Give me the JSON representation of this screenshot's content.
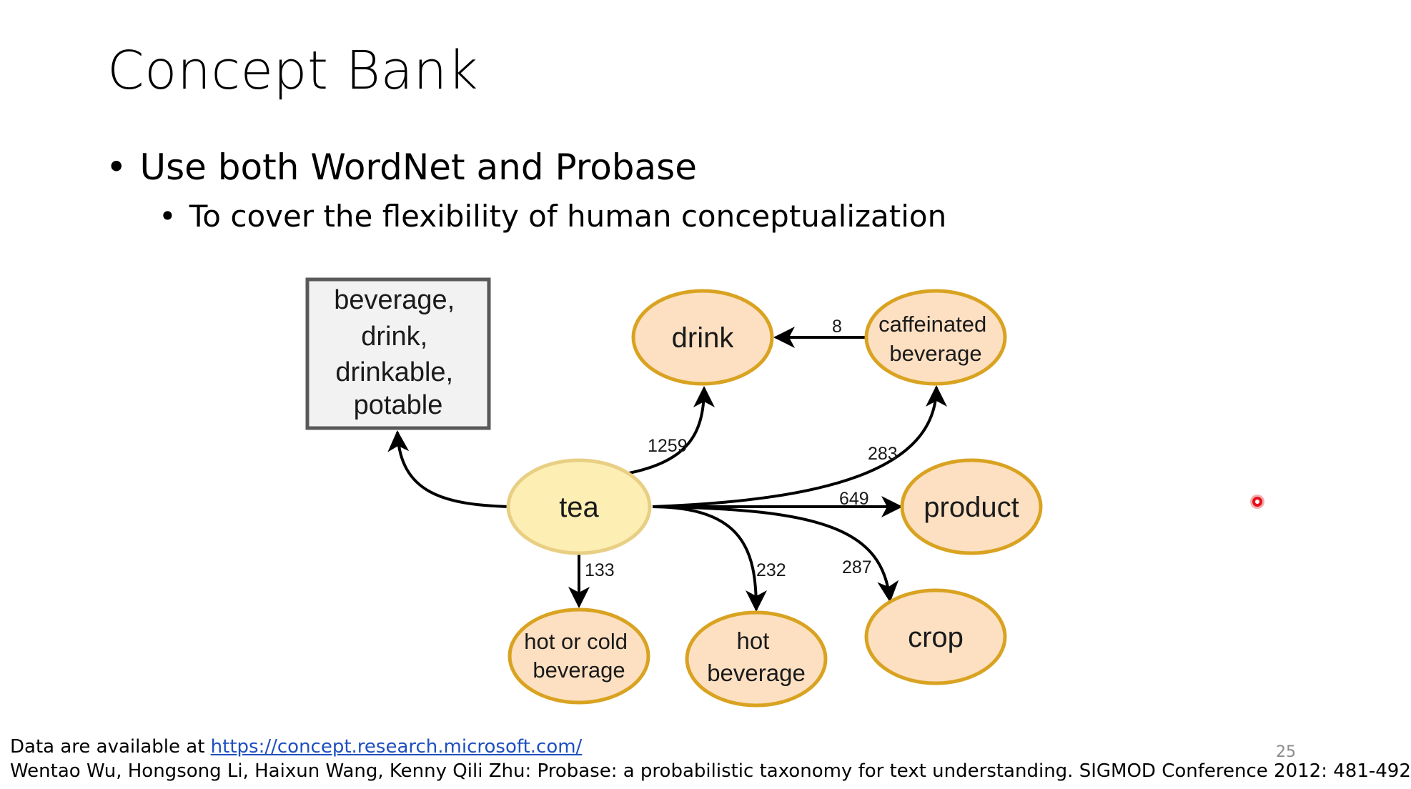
{
  "slide": {
    "title": "Concept Bank",
    "bullets": [
      {
        "text": "Use both WordNet and Probase"
      },
      {
        "text": "To cover the flexibility of human conceptualization"
      }
    ],
    "bullet_glyph": "•",
    "page_number": "25"
  },
  "diagram": {
    "synset_box": [
      "beverage,",
      "drink,",
      "drinkable,",
      "potable"
    ],
    "nodes": {
      "tea": [
        "tea"
      ],
      "drink": [
        "drink"
      ],
      "caffeinated": [
        "caffeinated",
        "beverage"
      ],
      "product": [
        "product"
      ],
      "crop": [
        "crop"
      ],
      "hotorcold": [
        "hot or cold",
        "beverage"
      ],
      "hotbev": [
        "hot",
        "beverage"
      ]
    },
    "edge_labels": {
      "tea_drink": "1259",
      "caff_drink": "8",
      "tea_caff": "283",
      "tea_product": "649",
      "tea_hotorcold": "133",
      "tea_hotbev": "232",
      "tea_crop": "287"
    },
    "colors": {
      "tea_fill": "#fdeeb3",
      "concept_fill": "#fde0c2",
      "node_stroke": "#d9a321",
      "box_stroke": "#595959",
      "box_fill": "#f2f2f2",
      "edge": "#000000"
    }
  },
  "footer": {
    "line1_prefix": "Data are available at ",
    "link": "https://concept.research.microsoft.com/",
    "line2": "Wentao Wu, Hongsong Li, Haixun Wang, Kenny Qili Zhu: Probase: a probabilistic taxonomy for text understanding. SIGMOD Conference 2012: 481-492"
  },
  "pointer": {
    "icon": "laser-pointer-icon"
  }
}
